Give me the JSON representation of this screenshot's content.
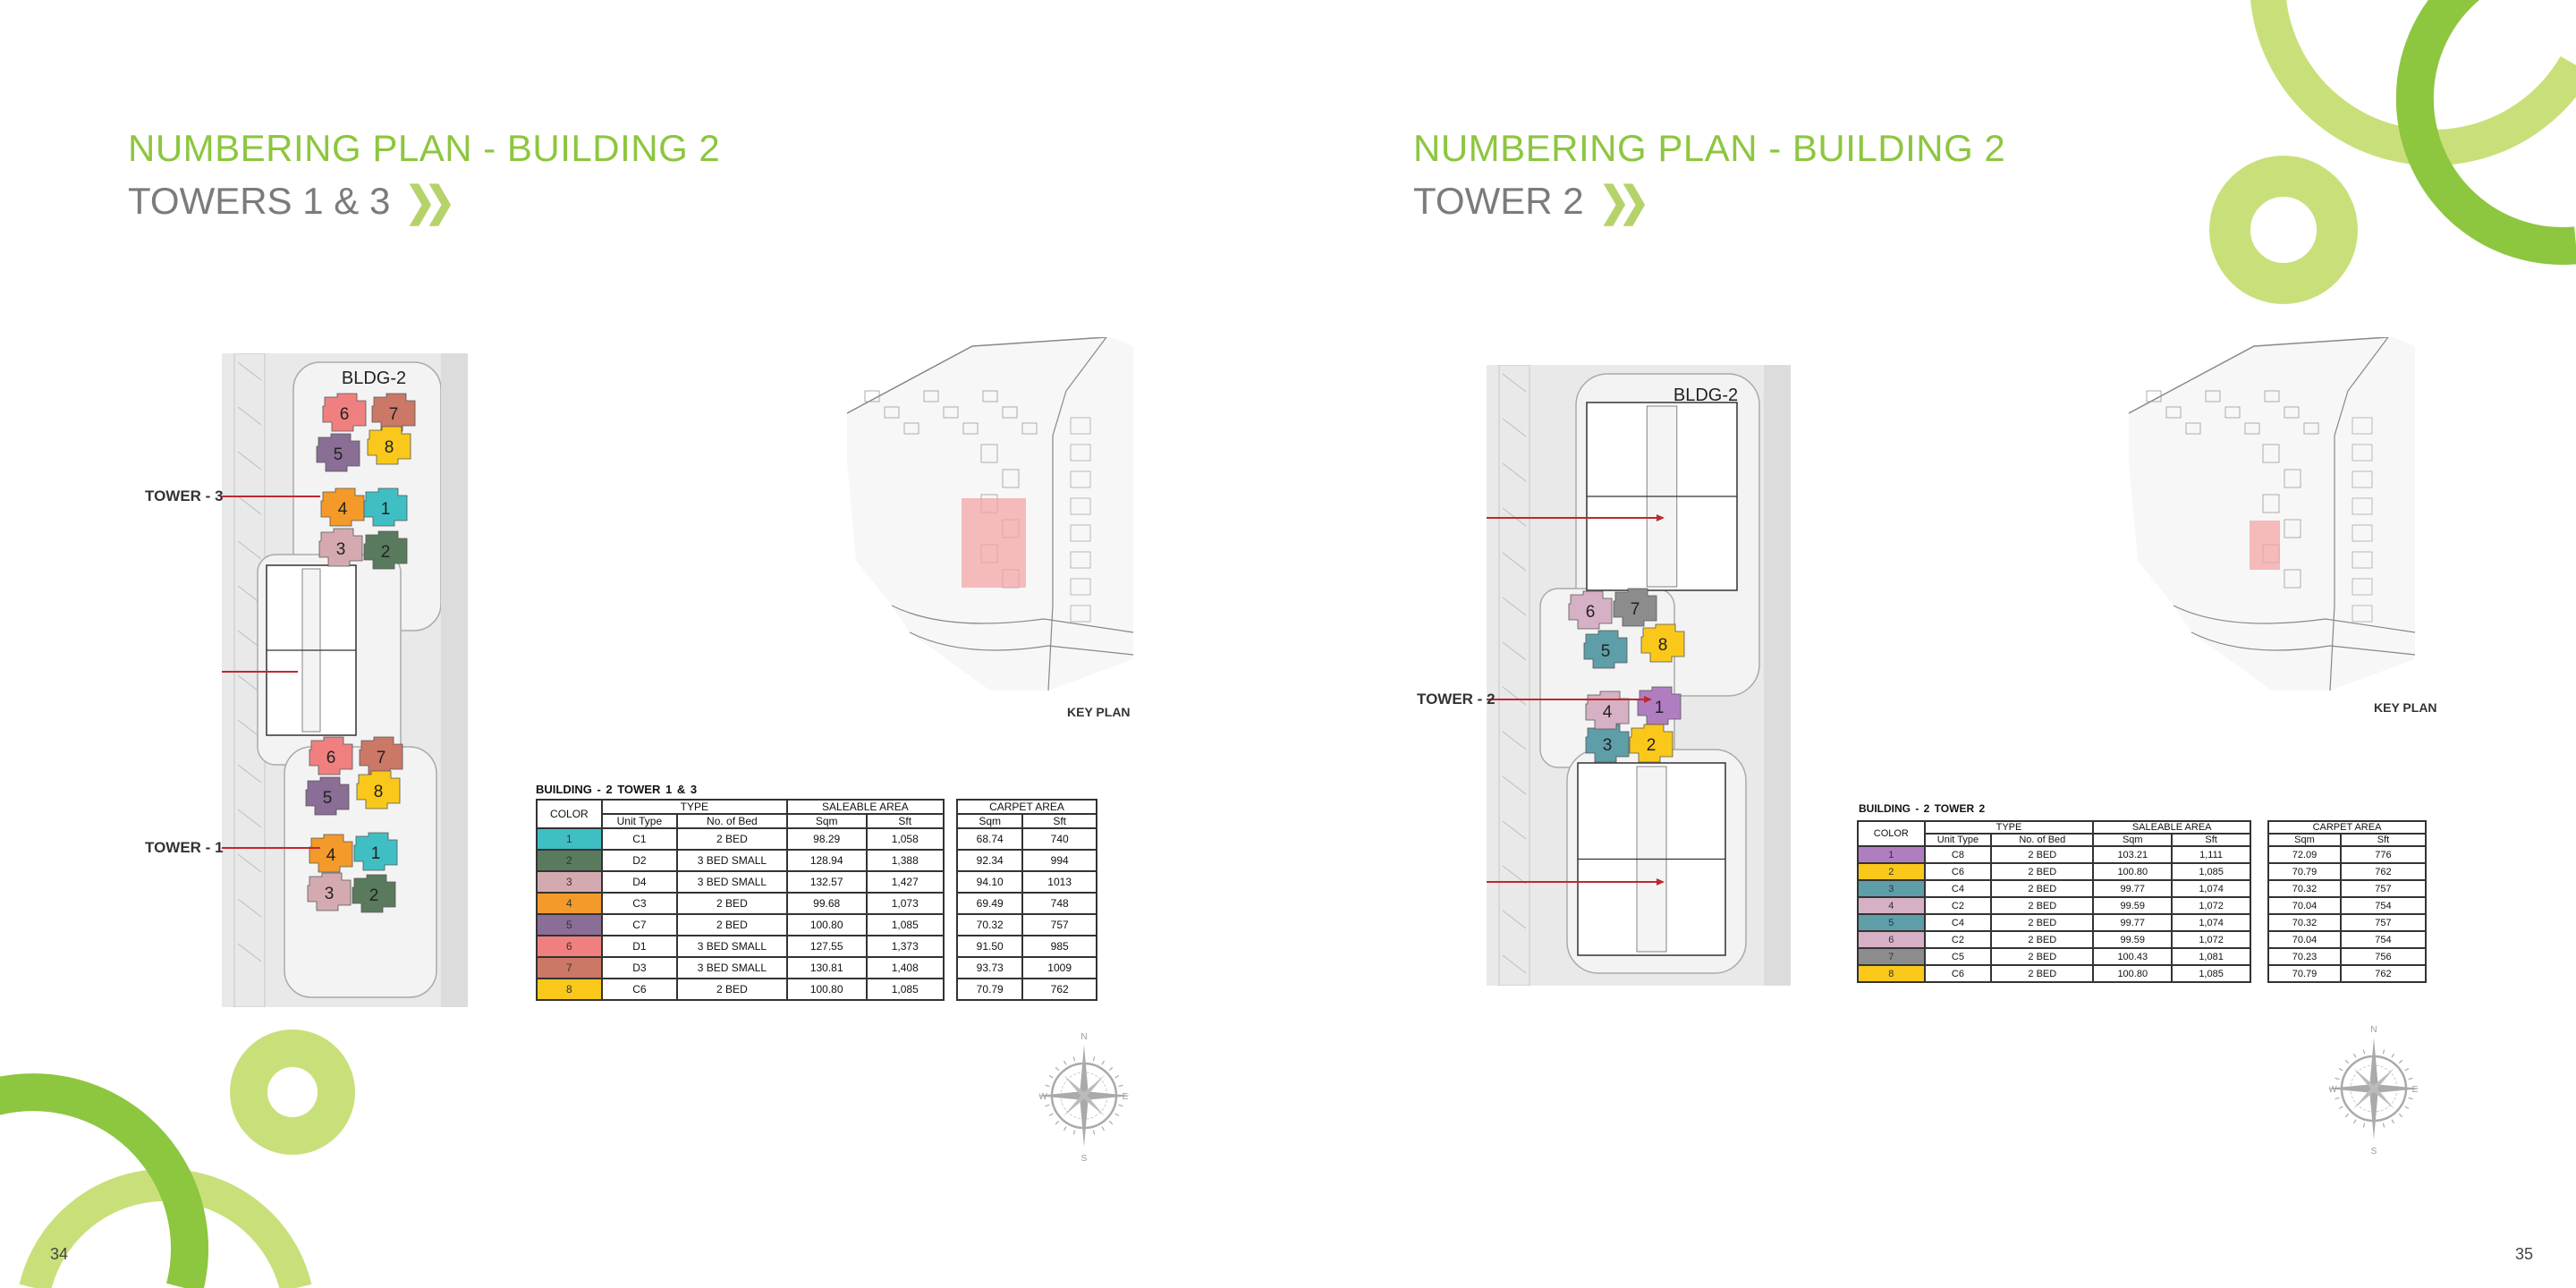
{
  "colors": {
    "accent_green": "#8dc63f",
    "light_green": "#c9e07a",
    "subtitle_gray": "#7b7b7b"
  },
  "left_page": {
    "title": "NUMBERING PLAN - BUILDING 2",
    "subtitle": "TOWERS 1 & 3",
    "page_number": "34",
    "site_plan": {
      "building_label": "BLDG-2",
      "tower_labels": [
        "TOWER - 3",
        "TOWER - 1"
      ],
      "units": [
        {
          "number": "1",
          "color": "#3fbfc4"
        },
        {
          "number": "2",
          "color": "#5a7a5e"
        },
        {
          "number": "3",
          "color": "#d4aab0"
        },
        {
          "number": "4",
          "color": "#f39a2a"
        },
        {
          "number": "5",
          "color": "#8a6e95"
        },
        {
          "number": "6",
          "color": "#f08080"
        },
        {
          "number": "7",
          "color": "#cc7866"
        },
        {
          "number": "8",
          "color": "#f9c81a"
        }
      ]
    },
    "key_plan_label": "KEY PLAN",
    "compass": {
      "n": "N",
      "s": "S",
      "e": "E",
      "w": "W"
    },
    "table": {
      "title": "BUILDING - 2     TOWER 1 & 3",
      "headers": {
        "color": "COLOR",
        "type": "TYPE",
        "saleable": "SALEABLE AREA",
        "carpet": "CARPET AREA",
        "unit_type": "Unit Type",
        "beds": "No. of Bed",
        "sqm": "Sqm",
        "sft": "Sft"
      },
      "rows": [
        {
          "no": "1",
          "color": "#3fbfc4",
          "unit": "C1",
          "bed": "2 BED",
          "s_sqm": "98.29",
          "s_sft": "1,058",
          "c_sqm": "68.74",
          "c_sft": "740"
        },
        {
          "no": "2",
          "color": "#5a7a5e",
          "unit": "D2",
          "bed": "3 BED SMALL",
          "s_sqm": "128.94",
          "s_sft": "1,388",
          "c_sqm": "92.34",
          "c_sft": "994"
        },
        {
          "no": "3",
          "color": "#d4aab0",
          "unit": "D4",
          "bed": "3 BED SMALL",
          "s_sqm": "132.57",
          "s_sft": "1,427",
          "c_sqm": "94.10",
          "c_sft": "1013"
        },
        {
          "no": "4",
          "color": "#f39a2a",
          "unit": "C3",
          "bed": "2 BED",
          "s_sqm": "99.68",
          "s_sft": "1,073",
          "c_sqm": "69.49",
          "c_sft": "748"
        },
        {
          "no": "5",
          "color": "#8a6e95",
          "unit": "C7",
          "bed": "2 BED",
          "s_sqm": "100.80",
          "s_sft": "1,085",
          "c_sqm": "70.32",
          "c_sft": "757"
        },
        {
          "no": "6",
          "color": "#f08080",
          "unit": "D1",
          "bed": "3 BED SMALL",
          "s_sqm": "127.55",
          "s_sft": "1,373",
          "c_sqm": "91.50",
          "c_sft": "985"
        },
        {
          "no": "7",
          "color": "#cc7866",
          "unit": "D3",
          "bed": "3 BED SMALL",
          "s_sqm": "130.81",
          "s_sft": "1,408",
          "c_sqm": "93.73",
          "c_sft": "1009"
        },
        {
          "no": "8",
          "color": "#f9c81a",
          "unit": "C6",
          "bed": "2 BED",
          "s_sqm": "100.80",
          "s_sft": "1,085",
          "c_sqm": "70.79",
          "c_sft": "762"
        }
      ]
    }
  },
  "right_page": {
    "title": "NUMBERING PLAN - BUILDING 2",
    "subtitle": "TOWER 2",
    "page_number": "35",
    "site_plan": {
      "building_label": "BLDG-2",
      "tower_labels": [
        "TOWER - 2"
      ],
      "units": [
        {
          "number": "1",
          "color": "#b07ec0"
        },
        {
          "number": "2",
          "color": "#f9c81a"
        },
        {
          "number": "3",
          "color": "#5e9ea8"
        },
        {
          "number": "4",
          "color": "#d6b0c4"
        },
        {
          "number": "5",
          "color": "#5e9ea8"
        },
        {
          "number": "6",
          "color": "#d6b0c4"
        },
        {
          "number": "7",
          "color": "#8c8c8c"
        },
        {
          "number": "8",
          "color": "#f9c81a"
        }
      ]
    },
    "key_plan_label": "KEY PLAN",
    "compass": {
      "n": "N",
      "s": "S",
      "e": "E",
      "w": "W"
    },
    "table": {
      "title": "BUILDING - 2     TOWER 2",
      "headers": {
        "color": "COLOR",
        "type": "TYPE",
        "saleable": "SALEABLE AREA",
        "carpet": "CARPET AREA",
        "unit_type": "Unit Type",
        "beds": "No. of Bed",
        "sqm": "Sqm",
        "sft": "Sft"
      },
      "rows": [
        {
          "no": "1",
          "color": "#b07ec0",
          "unit": "C8",
          "bed": "2 BED",
          "s_sqm": "103.21",
          "s_sft": "1,111",
          "c_sqm": "72.09",
          "c_sft": "776"
        },
        {
          "no": "2",
          "color": "#f9c81a",
          "unit": "C6",
          "bed": "2 BED",
          "s_sqm": "100.80",
          "s_sft": "1,085",
          "c_sqm": "70.79",
          "c_sft": "762"
        },
        {
          "no": "3",
          "color": "#5e9ea8",
          "unit": "C4",
          "bed": "2 BED",
          "s_sqm": "99.77",
          "s_sft": "1,074",
          "c_sqm": "70.32",
          "c_sft": "757"
        },
        {
          "no": "4",
          "color": "#d6b0c4",
          "unit": "C2",
          "bed": "2 BED",
          "s_sqm": "99.59",
          "s_sft": "1,072",
          "c_sqm": "70.04",
          "c_sft": "754"
        },
        {
          "no": "5",
          "color": "#5e9ea8",
          "unit": "C4",
          "bed": "2 BED",
          "s_sqm": "99.77",
          "s_sft": "1,074",
          "c_sqm": "70.32",
          "c_sft": "757"
        },
        {
          "no": "6",
          "color": "#d6b0c4",
          "unit": "C2",
          "bed": "2 BED",
          "s_sqm": "99.59",
          "s_sft": "1,072",
          "c_sqm": "70.04",
          "c_sft": "754"
        },
        {
          "no": "7",
          "color": "#8c8c8c",
          "unit": "C5",
          "bed": "2 BED",
          "s_sqm": "100.43",
          "s_sft": "1,081",
          "c_sqm": "70.23",
          "c_sft": "756"
        },
        {
          "no": "8",
          "color": "#f9c81a",
          "unit": "C6",
          "bed": "2 BED",
          "s_sqm": "100.80",
          "s_sft": "1,085",
          "c_sqm": "70.79",
          "c_sft": "762"
        }
      ]
    }
  }
}
